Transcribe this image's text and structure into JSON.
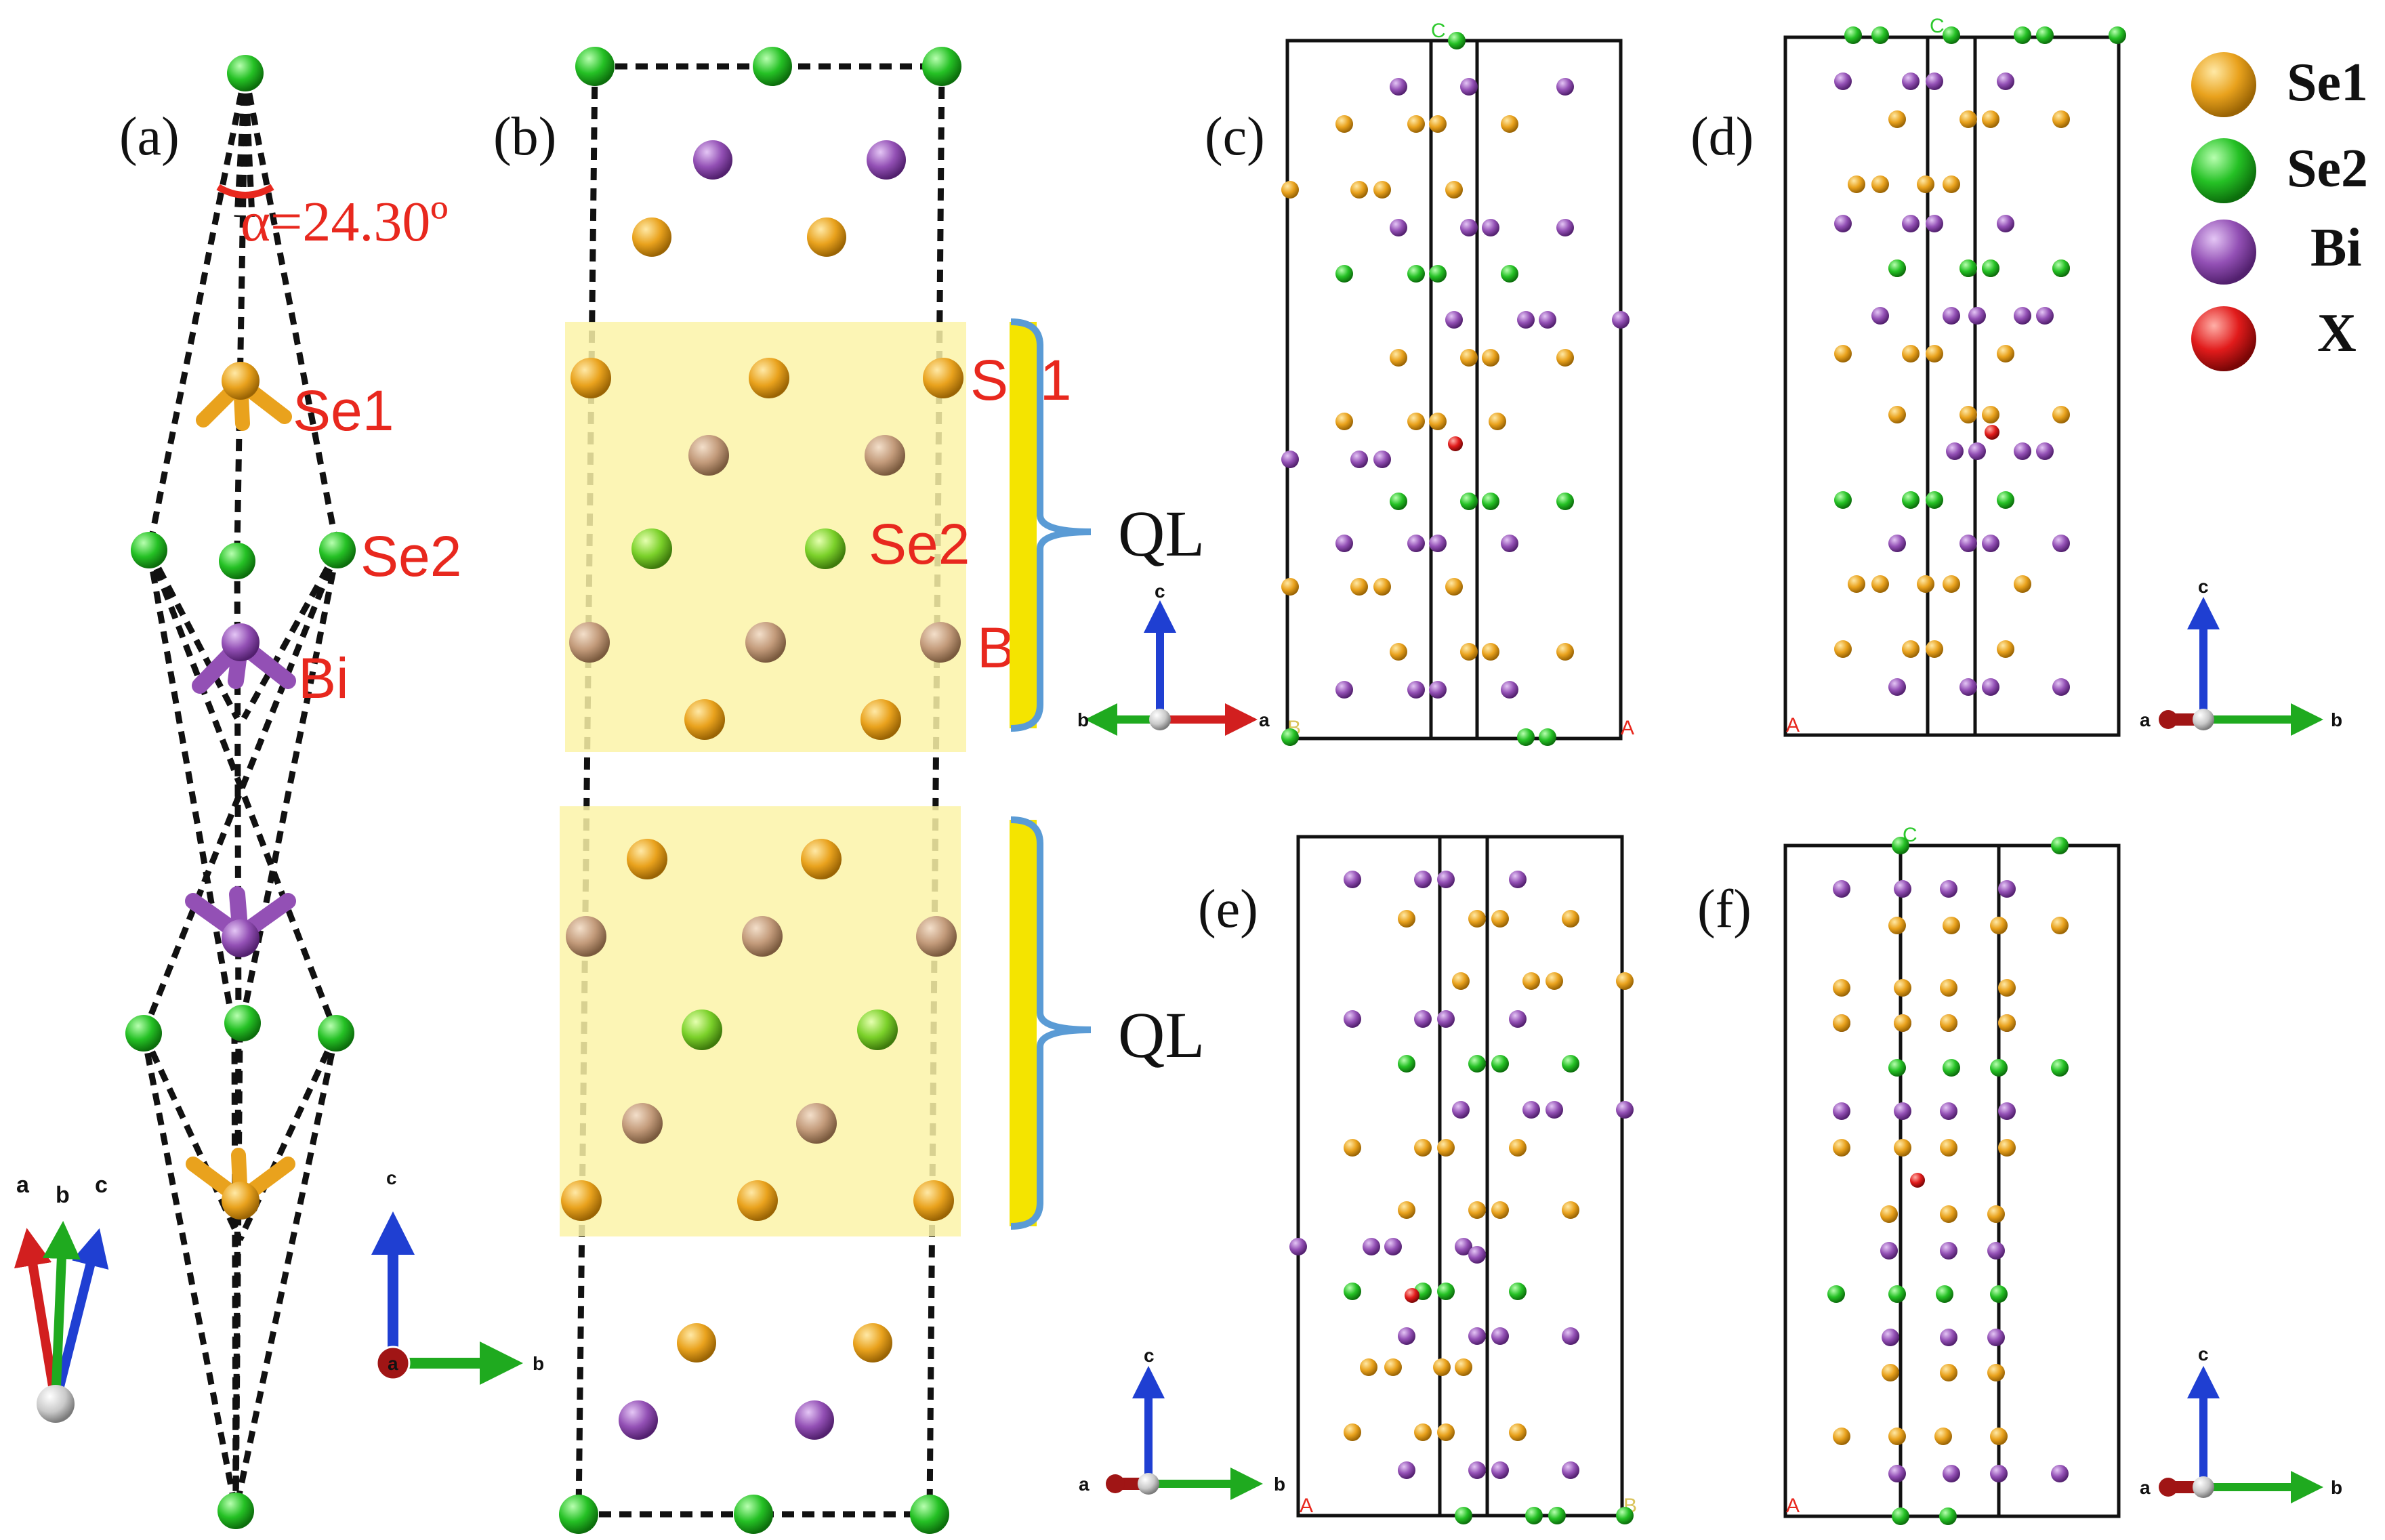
{
  "colors": {
    "se1": "#e9a21d",
    "se2": "#25c125",
    "bi": "#9350b5",
    "x": "#e11b1b",
    "red_text": "#e8281e",
    "ql_band": "#fbf3a8",
    "bracket": "#5a9bd5",
    "bracket_fill": "#f4e400",
    "axis_red": "#d21f1f",
    "axis_green": "#1faa1f",
    "axis_blue": "#1f3fd2"
  },
  "panels": {
    "a": "(a)",
    "b": "(b)",
    "c": "(c)",
    "d": "(d)",
    "e": "(e)",
    "f": "(f)"
  },
  "panel_a": {
    "angle_text": "α=24.30º",
    "se1_label": "Se1",
    "se2_label": "Se2",
    "bi_label": "Bi"
  },
  "panel_b": {
    "se1_label": "Se1",
    "se2_label": "Se2",
    "bi_label": "Bi",
    "ql_top": "QL",
    "ql_bottom": "QL"
  },
  "legend": [
    {
      "label": "Se1",
      "color_key": "se1"
    },
    {
      "label": "Se2",
      "color_key": "se2"
    },
    {
      "label": "Bi",
      "color_key": "bi"
    },
    {
      "label": "X",
      "color_key": "x"
    }
  ],
  "axes": {
    "a_triad": {
      "labels": [
        "a",
        "b",
        "c"
      ]
    },
    "b_axes": {
      "c": "c",
      "a": "a",
      "b": "b"
    },
    "c_axes": {
      "c": "c",
      "b": "b",
      "a": "a"
    },
    "d_axes": {
      "c": "c",
      "a": "a",
      "b": "b"
    },
    "e_axes": {
      "c": "c",
      "a": "a",
      "b": "b"
    },
    "f_axes": {
      "c": "c",
      "a": "a",
      "b": "b"
    }
  },
  "cell_corners": {
    "c_top": "C",
    "c_bl": "B",
    "c_br": "A",
    "d_top": "C",
    "d_bl": "A",
    "e_br": "B",
    "e_bl": "A",
    "f_top": "C",
    "f_bl": "A"
  }
}
